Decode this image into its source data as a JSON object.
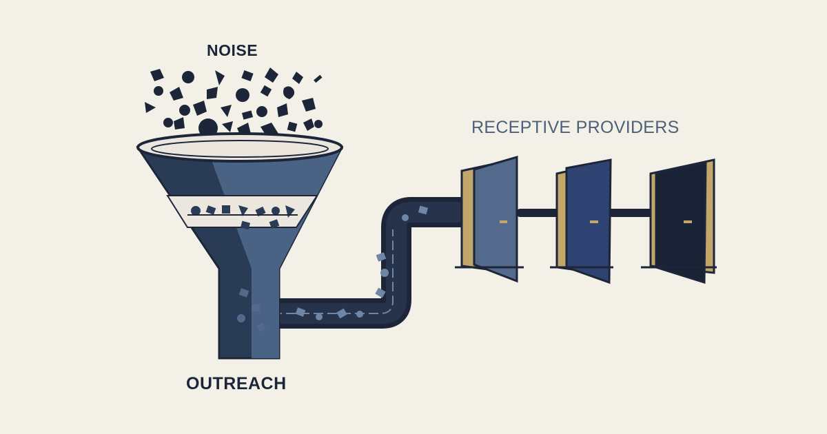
{
  "labels": {
    "noise": "NOISE",
    "outreach": "OUTREACH",
    "receptive": "RECEPTIVE PROVIDERS"
  },
  "colors": {
    "background": "#f3f0e7",
    "ink": "#1c2638",
    "funnel_dark": "#2a3b55",
    "funnel_mid": "#4a6385",
    "muted_label": "#4d6079",
    "door_frame": "#c2a66b",
    "door_1": "#536a8c",
    "door_2": "#2e4371",
    "door_3": "#1a2236"
  },
  "icons": [
    "noise-shapes",
    "funnel-icon",
    "pipe-icon",
    "door-icon"
  ]
}
